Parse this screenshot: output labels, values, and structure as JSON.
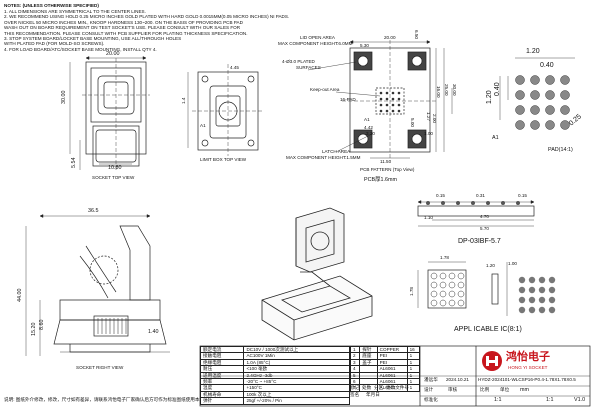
{
  "notes": {
    "heading": "NOTES: (UNLESS OTHERWISE SPECIFIED)",
    "lines": [
      "1. ALL DIMENSIONS ARE SYMMETRICAL TO THE CENTER LINES.",
      "2. WE RECOMMEND USING HOLD 0.25 MICRO INCHES GOLD PLATED WITH HARD GOLD 0.0015MM(0.05 MICRO INCHES) NI PADS.",
      "OVER NICKEL 50 MICRO INCHES MIN., KNOOP HARDNESS 130~200. ON THE BASIS OF PROVIDING PCB PAD",
      "WASH OUT ON BOARD REQUIREMENT ON TEST SOCKET'S USE. PLEASE CONSULT WITH OUR SALES FOR",
      "THIS RECOMMENDATION. PLEASE CONSULT WITH PCB SUPPLIER FOR PLATING THICKNESS SPECIFICATION.",
      "3. STOP SYSTEM BOARD/LOCKET BASE MOUNTING, USE ALL/THROUGH HOLES",
      "WITH PLATED PAD (FOR MOLD-SO SCREWS).",
      "4. FOR LOAD BOARD/ATC/SOCKET BASE MOUNTING, INSTALL QTY 4."
    ]
  },
  "views": {
    "socket_top": "SOCKET TOP VIEW",
    "limit_box": "LIMIT BOX   TOP VIEW",
    "pcb_pattern": "PCB PATTERN (Top View)",
    "pcb_thickness": "PCB厚1.6mm",
    "socket_right": "SOCKET RIGHT VIEW",
    "applicable_ic": "APPL ICABLE IC(8:1)",
    "dp": "DP-03IBF-5.7",
    "pad": "PAD(14:1)"
  },
  "dims": {
    "top_w": "20.00",
    "top_h": "30.00",
    "top_bottom": "10.80",
    "top_side": "5.54",
    "limit_a": "4.45",
    "limit_b": "1.4",
    "pcb_a": "5.30",
    "pcb_b": "6.50",
    "pcb_c": "11.50",
    "pcb_d": "1.00",
    "pcb_e": "4.42",
    "pcb_f": "3.20",
    "pcb_g": "20.00",
    "pcb_h": "16.00",
    "pcb_i": "25.00",
    "pcb_j": "30.00",
    "pcb_k": "1.27",
    "pcb_l": "2.00",
    "pcb_m": "5.00",
    "pad_a": "1.20",
    "pad_b": "0.40",
    "pad_c": "1.20",
    "pad_d": "0.40",
    "pad_e": "0.25",
    "pad_a1": "A1",
    "right_w": "36.5",
    "right_h": "44.00",
    "right_a": "15.20",
    "right_b": "8.60",
    "right_c": "1.40",
    "dp_a": "0.15",
    "dp_b": "0.31",
    "dp_c": "1.10",
    "dp_d": "4.70",
    "dp_e": "5.70",
    "ic_a": "1.78",
    "ic_b": "1.78",
    "ic_c": "1.20",
    "ic_d": "1.00"
  },
  "callouts": {
    "lid_open": "LID OPEN AREA",
    "max_height_lid": "MAX COMPONENT HEIGHT:6.0MM",
    "plated_hole": "4-Ø3.0 PLATED",
    "surfaces": "SURFACES",
    "keepout": "Keep-out Area",
    "pad_count": "16-PAD",
    "latch": "LATCH AREA",
    "max_height_latch": "MAX COMPONENT HEIGHT:1.5MM",
    "a1": "A1",
    "a1_b": "A1"
  },
  "spec_table": {
    "rows": [
      [
        "额定电流",
        "DC10V / 1000次测试以上"
      ],
      [
        "接触电阻",
        "AC100V 1Min"
      ],
      [
        "绝缘电阻",
        "1.0A (85°C)"
      ],
      [
        "耐压",
        "<100 毫欧"
      ],
      [
        "适用温度",
        "2.4GHz   -3db"
      ],
      [
        "频率",
        "-20°C ~ +85°C"
      ],
      [
        "温度",
        "+150°C"
      ],
      [
        "机械寿命",
        "100k 次以上"
      ],
      [
        "弹针",
        "25gf +/-20% / Pin"
      ]
    ]
  },
  "material_table": {
    "rows": [
      [
        "1",
        "探针",
        "COPPER",
        "16"
      ],
      [
        "2",
        "底座",
        "PEI",
        "1"
      ],
      [
        "3",
        "盖子",
        "PEI",
        "1"
      ],
      [
        "4",
        "",
        "AL6061",
        "1"
      ],
      [
        "5",
        "",
        "AL6061",
        "1"
      ],
      [
        "6",
        "",
        "AL6061",
        "1"
      ],
      [
        "7",
        "",
        "AL6061",
        "1"
      ]
    ]
  },
  "title_block": {
    "company_cn": "鸿怡电子",
    "company_en": "HONG YI SOCKET",
    "drawing_no": "HYDZ-2024101-WLCSP16-P0.4-1.78X1.78X0.5",
    "drawer": "潘远华",
    "checker": "设计",
    "approve": "审核",
    "standard": "标准化",
    "date": "2024.10.21",
    "scale_label": "比例",
    "scale_value": "1:1",
    "unit_label": "单位",
    "unit_value": "mm",
    "version": "V1.0",
    "sheet": "1:1",
    "footer_note": "说明: 图纸外介修改，修改，尺寸如有差异，请联系鸿怡电子厂家确认后方可作为标准图纸使用本",
    "rev_headers": [
      "标记",
      "处数",
      "分区",
      "更改文件号",
      "签名",
      "年月日"
    ]
  }
}
